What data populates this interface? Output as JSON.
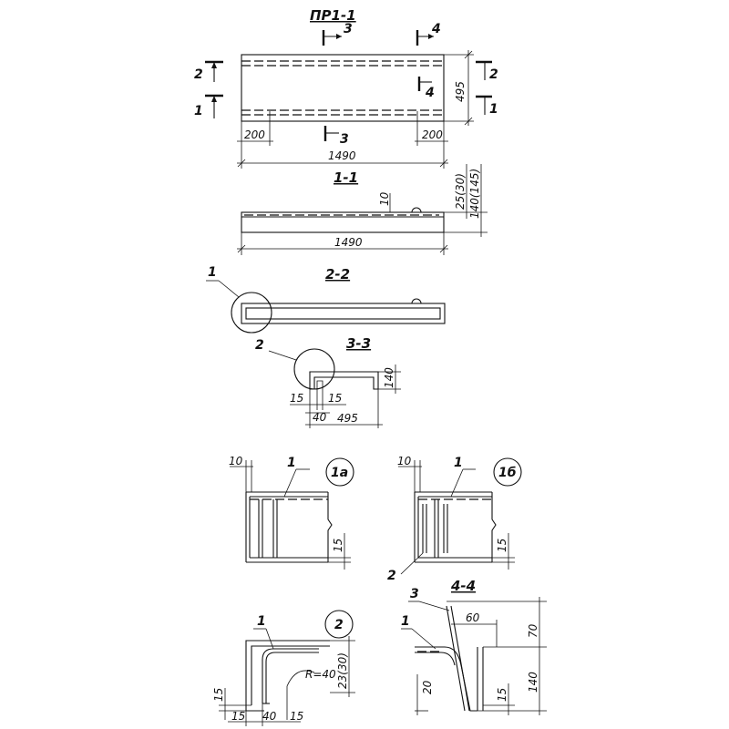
{
  "titles": {
    "main": "ПР1-1",
    "sec11": "1-1",
    "sec22": "2-2",
    "sec33": "3-3",
    "sec44": "4-4",
    "detail1a": "1а",
    "detail1b": "1б",
    "detail2": "2"
  },
  "plan": {
    "cut3_top": "3",
    "cut3_bottom": "3",
    "cut4_top": "4",
    "cut4_mid": "4",
    "cut2_left": "2",
    "cut1_left": "1",
    "cut2_right": "2",
    "cut1_right": "1",
    "dim_left": "200",
    "dim_right": "200",
    "dim_length": "1490",
    "dim_width": "495"
  },
  "sec11": {
    "dim_length": "1490",
    "dim_10": "10",
    "dim_25": "25(30)",
    "dim_140": "140(145)"
  },
  "sec22": {
    "callout": "1"
  },
  "sec33": {
    "callout": "2",
    "dim_15a": "15",
    "dim_15b": "15",
    "dim_40": "40",
    "dim_495": "495",
    "dim_140": "140"
  },
  "det1a": {
    "dim_10": "10",
    "callout": "1",
    "dim_15": "15"
  },
  "det1b": {
    "dim_10": "10",
    "callout1": "1",
    "callout2": "2",
    "dim_15": "15"
  },
  "det2": {
    "callout": "1",
    "radius": "R=40",
    "dim_23": "23(30)",
    "dim_15v": "15",
    "dim_15a": "15",
    "dim_40": "40",
    "dim_15b": "15"
  },
  "det44": {
    "callout3": "3",
    "callout1": "1",
    "dim_60": "60",
    "dim_70": "70",
    "dim_140": "140",
    "dim_20": "20",
    "dim_15": "15"
  }
}
